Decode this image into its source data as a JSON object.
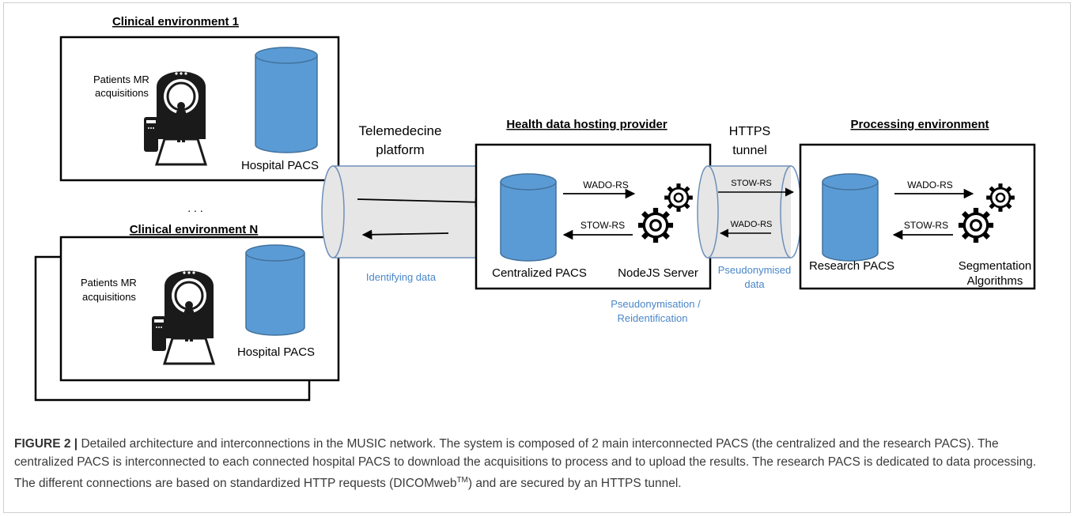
{
  "clinical_env_1": {
    "title": "Clinical environment 1",
    "scanner_label_line1": "Patients MR",
    "scanner_label_line2": "acquisitions",
    "pacs_label": "Hospital PACS"
  },
  "ellipsis": ". . .",
  "clinical_env_n": {
    "title": "Clinical environment N",
    "scanner_label_line1": "Patients MR",
    "scanner_label_line2": "acquisitions",
    "pacs_label": "Hospital PACS"
  },
  "telemedecine": {
    "label_line1": "Telemedecine",
    "label_line2": "platform",
    "data_note": "Identifying data"
  },
  "health_provider": {
    "title": "Health data hosting provider",
    "wado": "WADO-RS",
    "stow": "STOW-RS",
    "pacs_label": "Centralized PACS",
    "server_label": "NodeJS Server",
    "note_line1": "Pseudonymisation /",
    "note_line2": "Reidentification"
  },
  "https_tunnel": {
    "label_line1": "HTTPS",
    "label_line2": "tunnel",
    "stow": "STOW-RS",
    "wado": "WADO-RS",
    "note_line1": "Pseudonymised",
    "note_line2": "data"
  },
  "processing": {
    "title": "Processing environment",
    "wado": "WADO-RS",
    "stow": "STOW-RS",
    "pacs_label": "Research PACS",
    "algo_line1": "Segmentation",
    "algo_line2": "Algorithms"
  },
  "caption": {
    "label": "FIGURE 2 |",
    "text_before_sup": " Detailed architecture and interconnections in the MUSIC network. The system is composed of 2 main interconnected PACS (the centralized and the research PACS). The centralized PACS is interconnected to each connected hospital PACS to download the acquisitions to process and to upload the results. The research PACS is dedicated to data processing. The different connections are based on standardized HTTP requests (DICOMweb",
    "sup": "TM",
    "text_after_sup": ") and are secured by an HTTPS tunnel."
  },
  "colors": {
    "pacs_fill": "#5b9bd5",
    "pacs_stroke": "#41719c",
    "note_blue": "#4a86c8",
    "tunnel_fill": "#e6e6e6",
    "tunnel_stroke": "#6f8fb8"
  }
}
